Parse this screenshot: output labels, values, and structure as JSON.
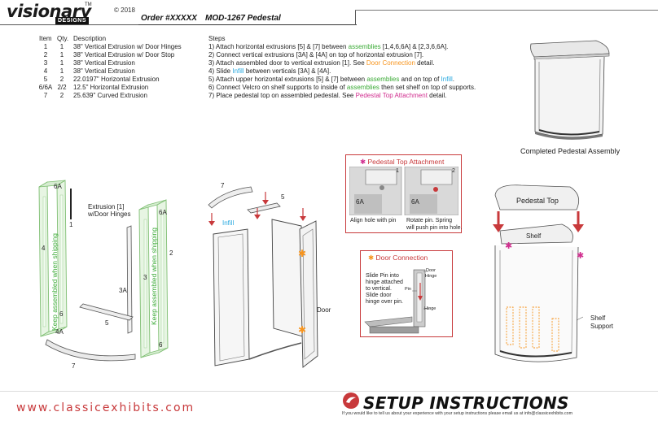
{
  "header": {
    "logo_text": "visionary",
    "logo_tm": "TM",
    "logo_sub": "DESIGNS",
    "copyright": "© 2018",
    "order": "Order #XXXXX",
    "model": "MOD-1267 Pedestal"
  },
  "parts_table": {
    "headers": {
      "item": "Item",
      "qty": "Qty.",
      "description": "Description"
    },
    "rows": [
      {
        "item": "1",
        "qty": "1",
        "description": "38\" Vertical Extrusion w/ Door Hinges"
      },
      {
        "item": "2",
        "qty": "1",
        "description": "38\" Vertical Extrusion w/ Door Stop"
      },
      {
        "item": "3",
        "qty": "1",
        "description": "38\" Vertical Extrusion"
      },
      {
        "item": "4",
        "qty": "1",
        "description": "38\" Vertical Extrusion"
      },
      {
        "item": "5",
        "qty": "2",
        "description": "22.0197\" Horizontal Extrusion"
      },
      {
        "item": "6/6A",
        "qty": "2/2",
        "description": "12.5\" Horizontal Extrusion"
      },
      {
        "item": "7",
        "qty": "2",
        "description": "25.639\" Curved Extrusion"
      }
    ]
  },
  "steps": {
    "title": "Steps",
    "s1": {
      "a": "1) Attach horizontal extrusions [5] & [7] between ",
      "b": "assemblies",
      "c": " [1,4,6,6A] & [2,3,6,6A]."
    },
    "s2": {
      "a": "2) Connect vertical extrusions [3A] & [4A] on top of horizontal extrusion [7]."
    },
    "s3": {
      "a": "3) Attach assembled door to vertical extrusion [1]. See ",
      "b": "Door Connection",
      "c": " detail."
    },
    "s4": {
      "a": "4) Slide ",
      "b": "Infill",
      "c": " between verticals [3A] & [4A]."
    },
    "s5": {
      "a": "5) Attach upper horizontal extrusions [5] & [7] between ",
      "b": "assemblies",
      "c": " and on top of ",
      "d": "Infill",
      "e": "."
    },
    "s6": {
      "a": "6) Connect Velcro on shelf supports to inside of ",
      "b": "assemblies",
      "c": " then set shelf on top of supports."
    },
    "s7": {
      "a": "7) Place pedestal top on assembled pedestal. See ",
      "b": "Pedestal Top Attachment",
      "c": " detail."
    }
  },
  "completed": {
    "caption": "Completed Pedestal Assembly"
  },
  "diagram_left": {
    "l6a_top": "6A",
    "l1": "1",
    "l4": "4",
    "l6_left": "6",
    "l4a": "4A",
    "l6_right": "6",
    "l6a_right": "6A",
    "l2": "2",
    "l3": "3",
    "l3a": "3A",
    "l5": "5",
    "l7": "7",
    "extrusion_callout_1": "Extrusion [1]",
    "extrusion_callout_2": "w/Door Hinges",
    "keep_assembled_left": "Keep assembled when shipping",
    "keep_assembled_right": "Keep assembled when shipping"
  },
  "diagram_mid": {
    "l7": "7",
    "l5": "5",
    "infill": "Infill",
    "door": "Door"
  },
  "top_attachment": {
    "title": "Pedestal Top Attachment",
    "step1_num": "1",
    "step2_num": "2",
    "label_6a_1": "6A",
    "label_6a_2": "6A",
    "caption1": "Align hole with pin",
    "caption2a": "Rotate pin. Spring",
    "caption2b": "will push pin into hole."
  },
  "door_connection": {
    "title": "Door Connection",
    "text1": "Slide Pin into",
    "text2": "hinge attached",
    "text3": "to vertical.",
    "text4": "Slide door",
    "text5": "hinge over pin.",
    "door": "Door",
    "hinge": "Hinge",
    "pin": "Pin",
    "hinge2": "Hinge"
  },
  "diagram_right": {
    "pedestal_top": "Pedestal Top",
    "shelf": "Shelf",
    "shelf_support_1": "Shelf",
    "shelf_support_2": "Support"
  },
  "footer": {
    "url": "www.classicexhibits.com",
    "title": "SETUP INSTRUCTIONS",
    "note": "If you would like to tell us about your experience with your setup instructions please email us at info@classicexhibits.com"
  },
  "colors": {
    "green": "#3aaa35",
    "cyan": "#29a9e0",
    "orange": "#f7941d",
    "magenta": "#d12e8f",
    "red": "#c8393b"
  }
}
